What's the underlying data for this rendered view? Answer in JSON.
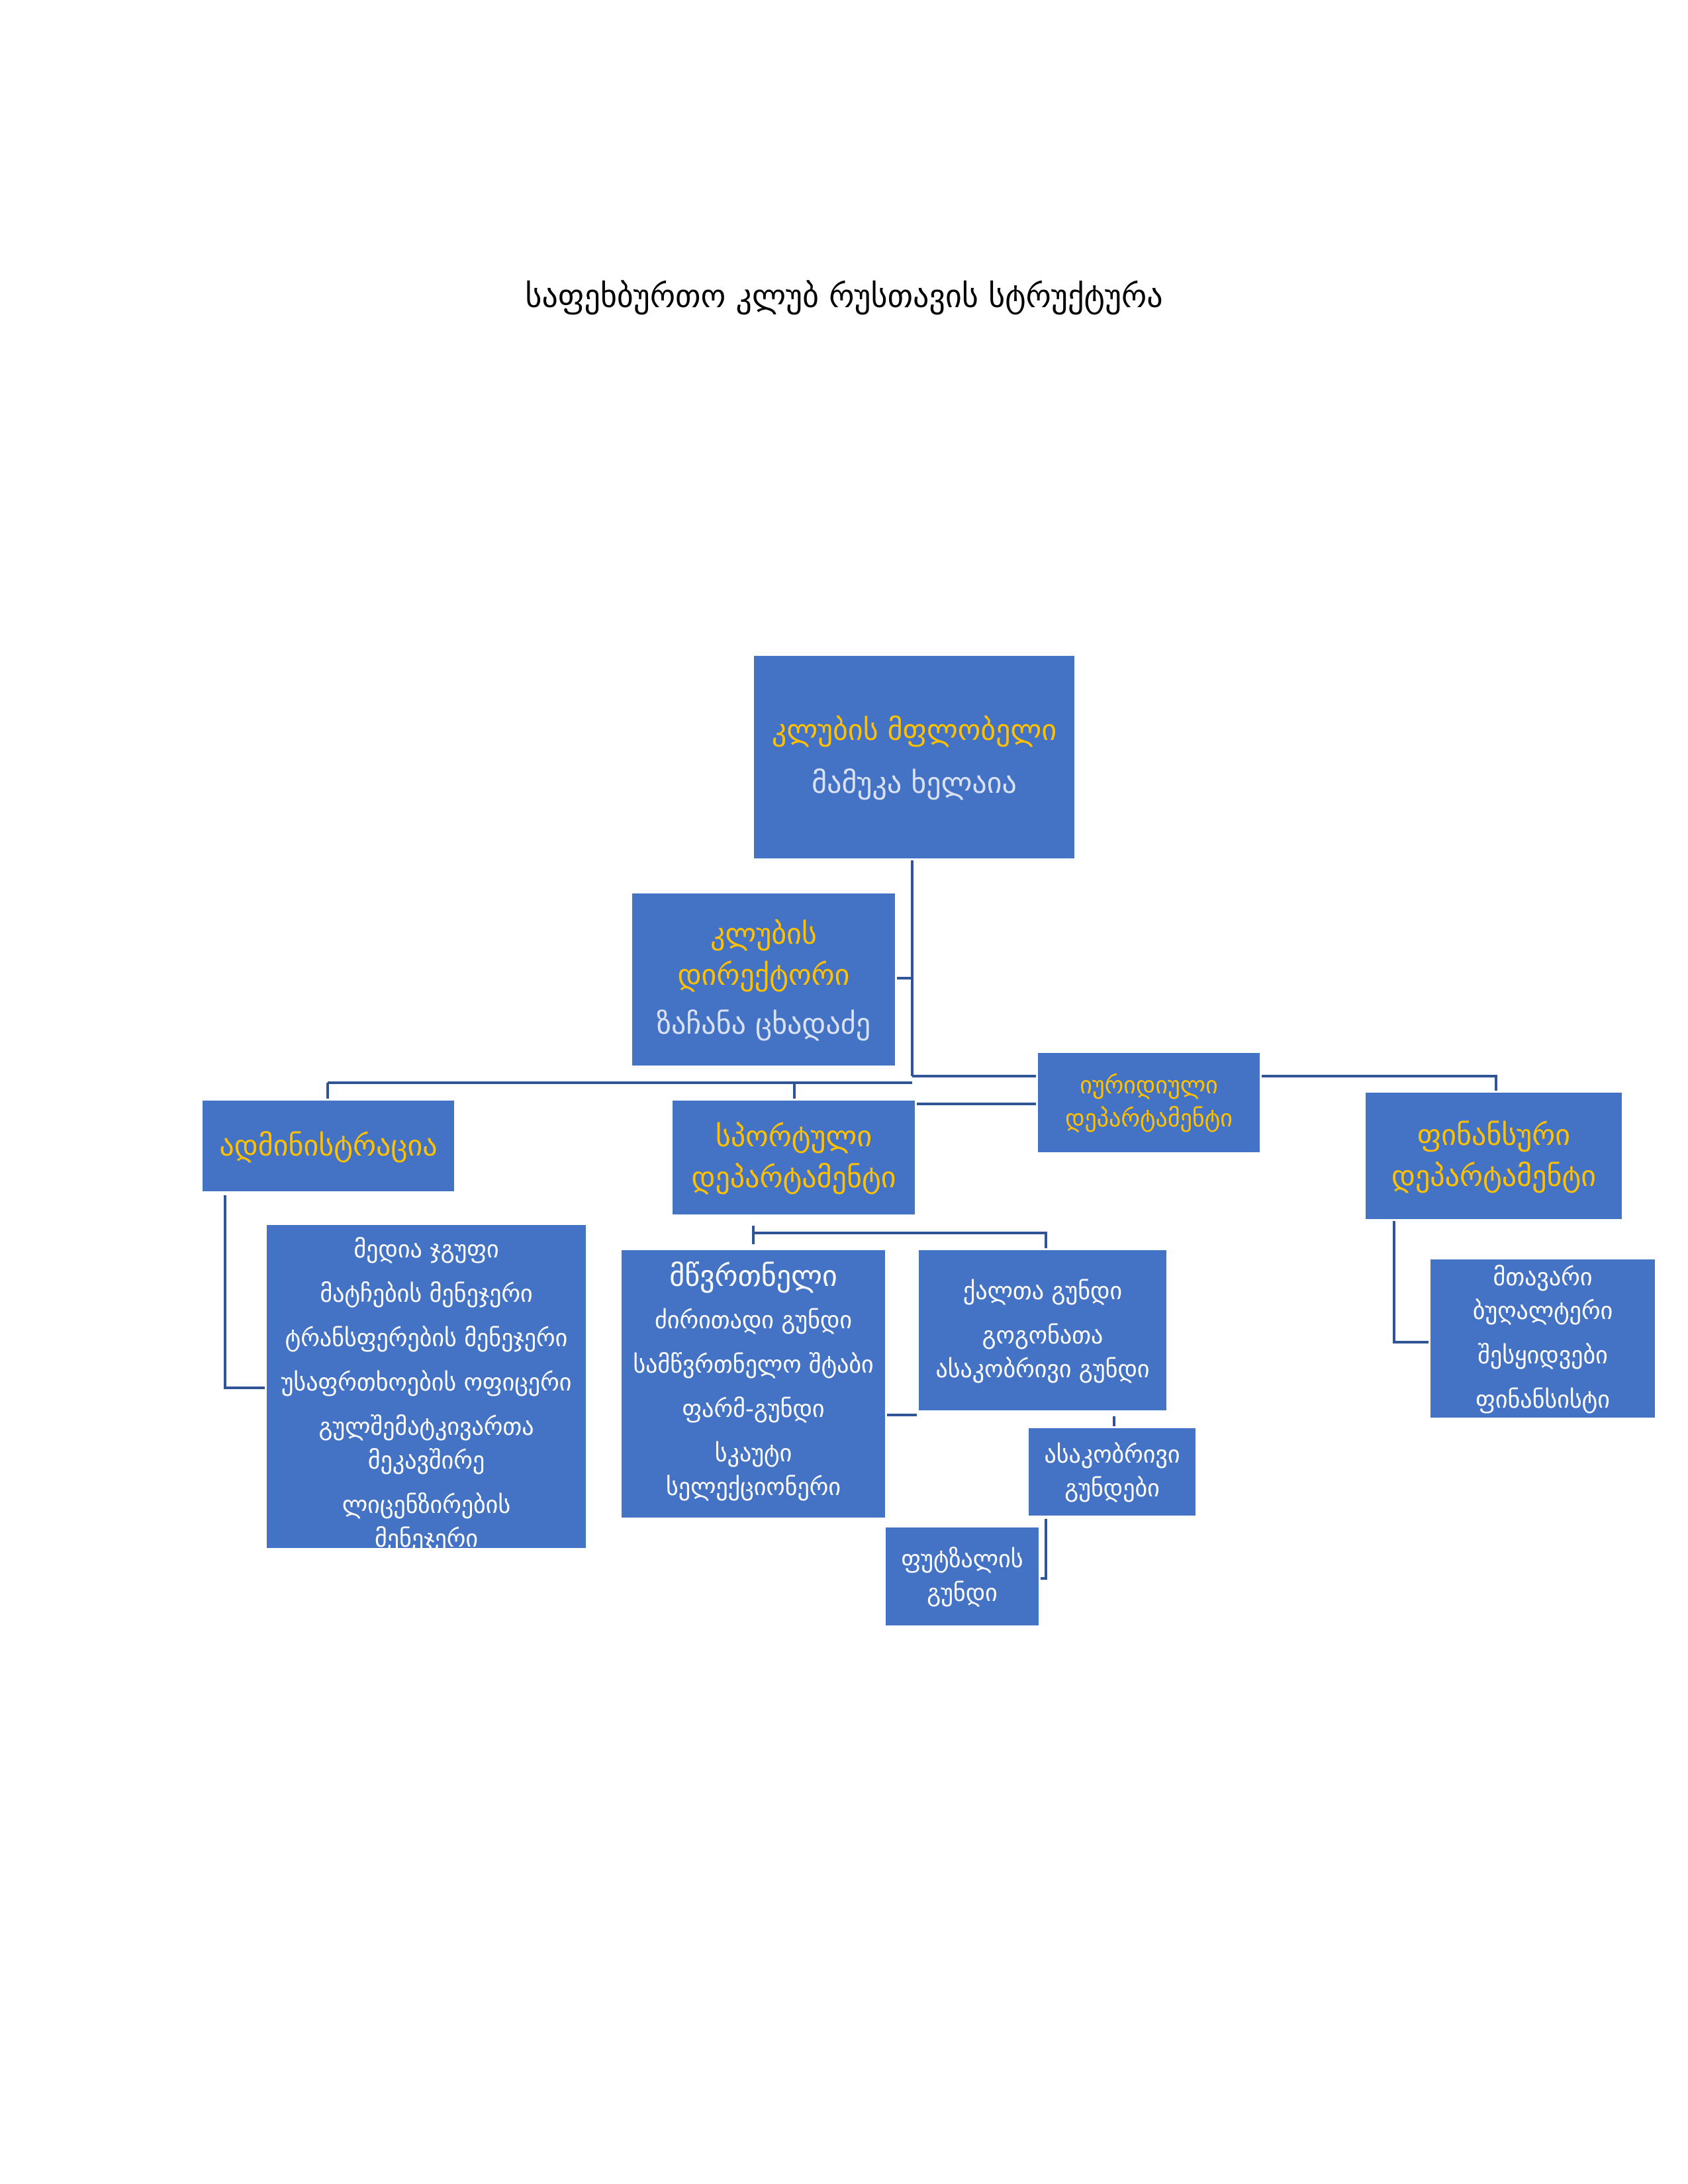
{
  "title": "საფეხბურთო კლუბ რუსთავის სტრუქტურა",
  "colors": {
    "box_fill": "#4472C4",
    "line": "#2F5597",
    "accent": "#FFC000",
    "text": "#FFFFFF"
  },
  "owner": {
    "role": "კლუბის მფლობელი",
    "name": "მამუკა ხელაია"
  },
  "director": {
    "role_line1": "კლუბის",
    "role_line2": "დირექტორი",
    "name": "ზაჩანა ცხადაძე"
  },
  "legal": {
    "line1": "იურიდიული",
    "line2": "დეპარტამენტი"
  },
  "admin": {
    "label": "ადმინისტრაცია"
  },
  "sports": {
    "line1": "სპორტული",
    "line2": "დეპარტამენტი"
  },
  "finance": {
    "line1": "ფინანსური",
    "line2": "დეპარტამენტი"
  },
  "admin_staff": [
    "მედია ჯგუფი",
    "მატჩების მენეჯერი",
    "ტრანსფერების მენეჯერი",
    "უსაფრთხოების ოფიცერი",
    "გულშემატკივართა მეკავშირე",
    "ლიცენზირების მენეჯერი"
  ],
  "coach": {
    "title": "მწვრთნელი",
    "items": [
      "ძირითადი გუნდი",
      "სამწვრთნელო შტაბი",
      "ფარმ-გუნდი",
      "სკაუტი სელექციონერი"
    ]
  },
  "women": {
    "line1": "ქალთა გუნდი",
    "line2": "გოგონათა ასაკობრივი გუნდი"
  },
  "youth": {
    "label": "ასაკობრივი გუნდები"
  },
  "futsal": {
    "label": "ფუტზალის გუნდი"
  },
  "finance_staff": [
    "მთავარი ბუღალტერი",
    "შესყიდვები",
    "ფინანსისტი"
  ]
}
